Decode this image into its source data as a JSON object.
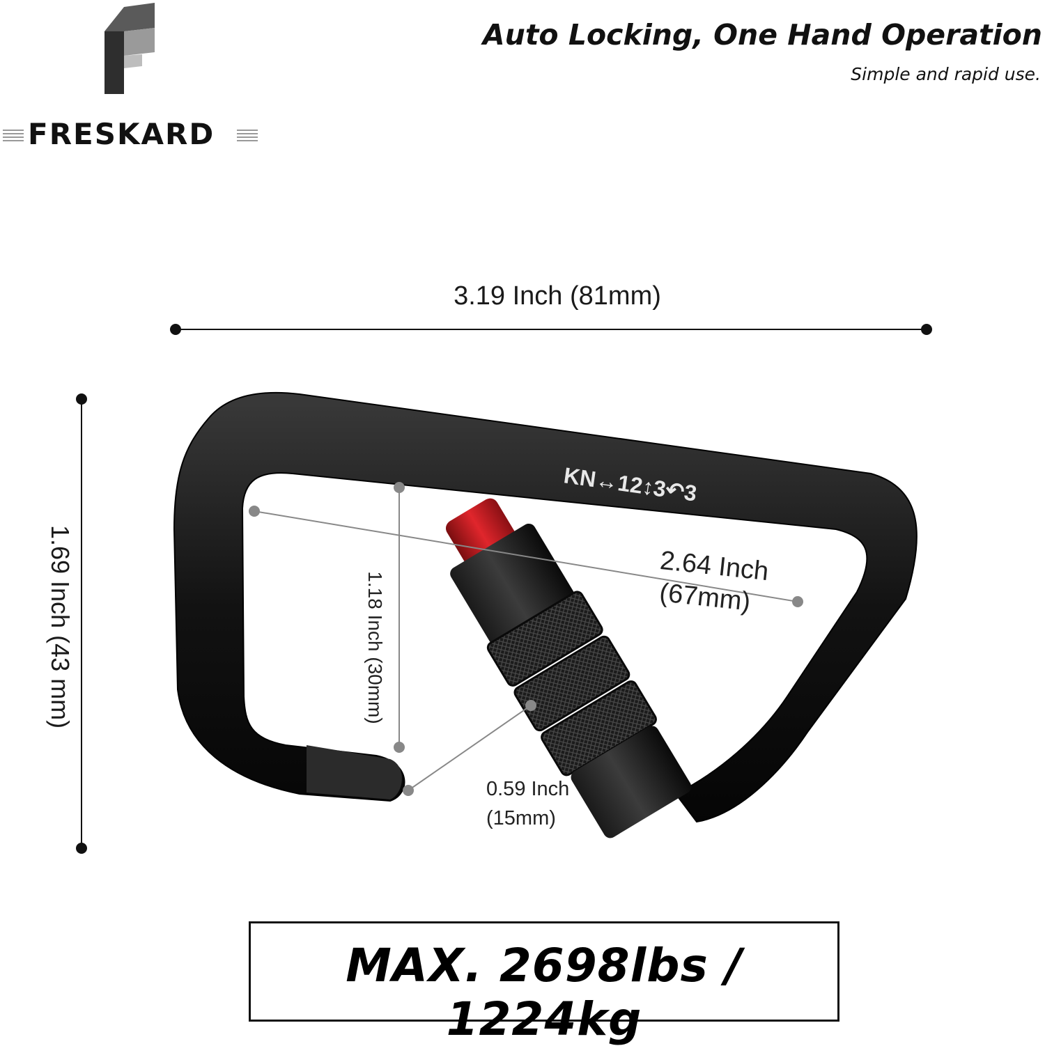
{
  "brand": {
    "name": "FRESKARD",
    "logo_icon": "stacked-f-logo-icon"
  },
  "header": {
    "headline": "Auto Locking, One Hand Operation",
    "subline": "Simple and rapid use."
  },
  "product": {
    "icon": "carabiner-icon",
    "engraving": "KN↔12↕3↶3",
    "gate_color": "#c8191e",
    "body_color": "#151515"
  },
  "dimensions": {
    "width": "3.19 Inch (81mm)",
    "height": "1.69 Inch (43 mm)",
    "gate_height": "1.18 Inch (30mm)",
    "inner_length_in": "2.64 Inch",
    "inner_length_mm": "(67mm)",
    "gate_opening_in": "0.59 Inch",
    "gate_opening_mm": "(15mm)"
  },
  "strength": {
    "label": "MAX. 2698lbs / 1224kg"
  }
}
